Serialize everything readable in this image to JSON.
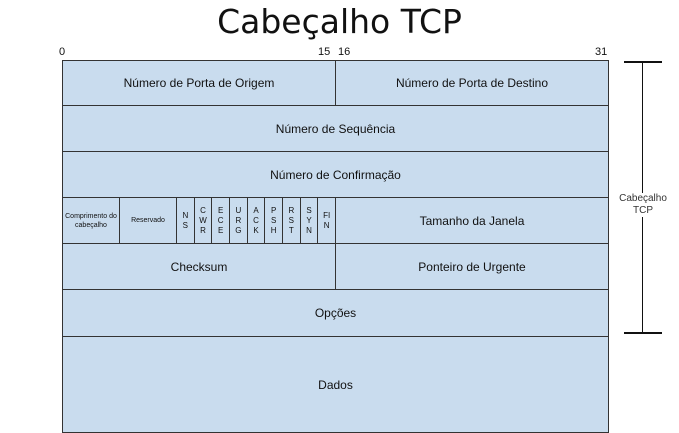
{
  "title": "Cabeçalho TCP",
  "bits": {
    "b0": "0",
    "b15": "15",
    "b16": "16",
    "b31": "31"
  },
  "rows": {
    "source_port": "Número de Porta de Origem",
    "dest_port": "Número de Porta de Destino",
    "sequence": "Número de Sequência",
    "ack": "Número de Confirmação",
    "header_length": "Comprimento do cabeçalho",
    "reserved": "Reservado",
    "flags": [
      "NS",
      "CWR",
      "ECE",
      "URG",
      "ACK",
      "PSH",
      "RST",
      "SYN",
      "FIN"
    ],
    "window": "Tamanho da Janela",
    "checksum": "Checksum",
    "urgent": "Ponteiro de Urgente",
    "options": "Opções",
    "data": "Dados"
  },
  "bracket_label": "Cabeçalho TCP"
}
